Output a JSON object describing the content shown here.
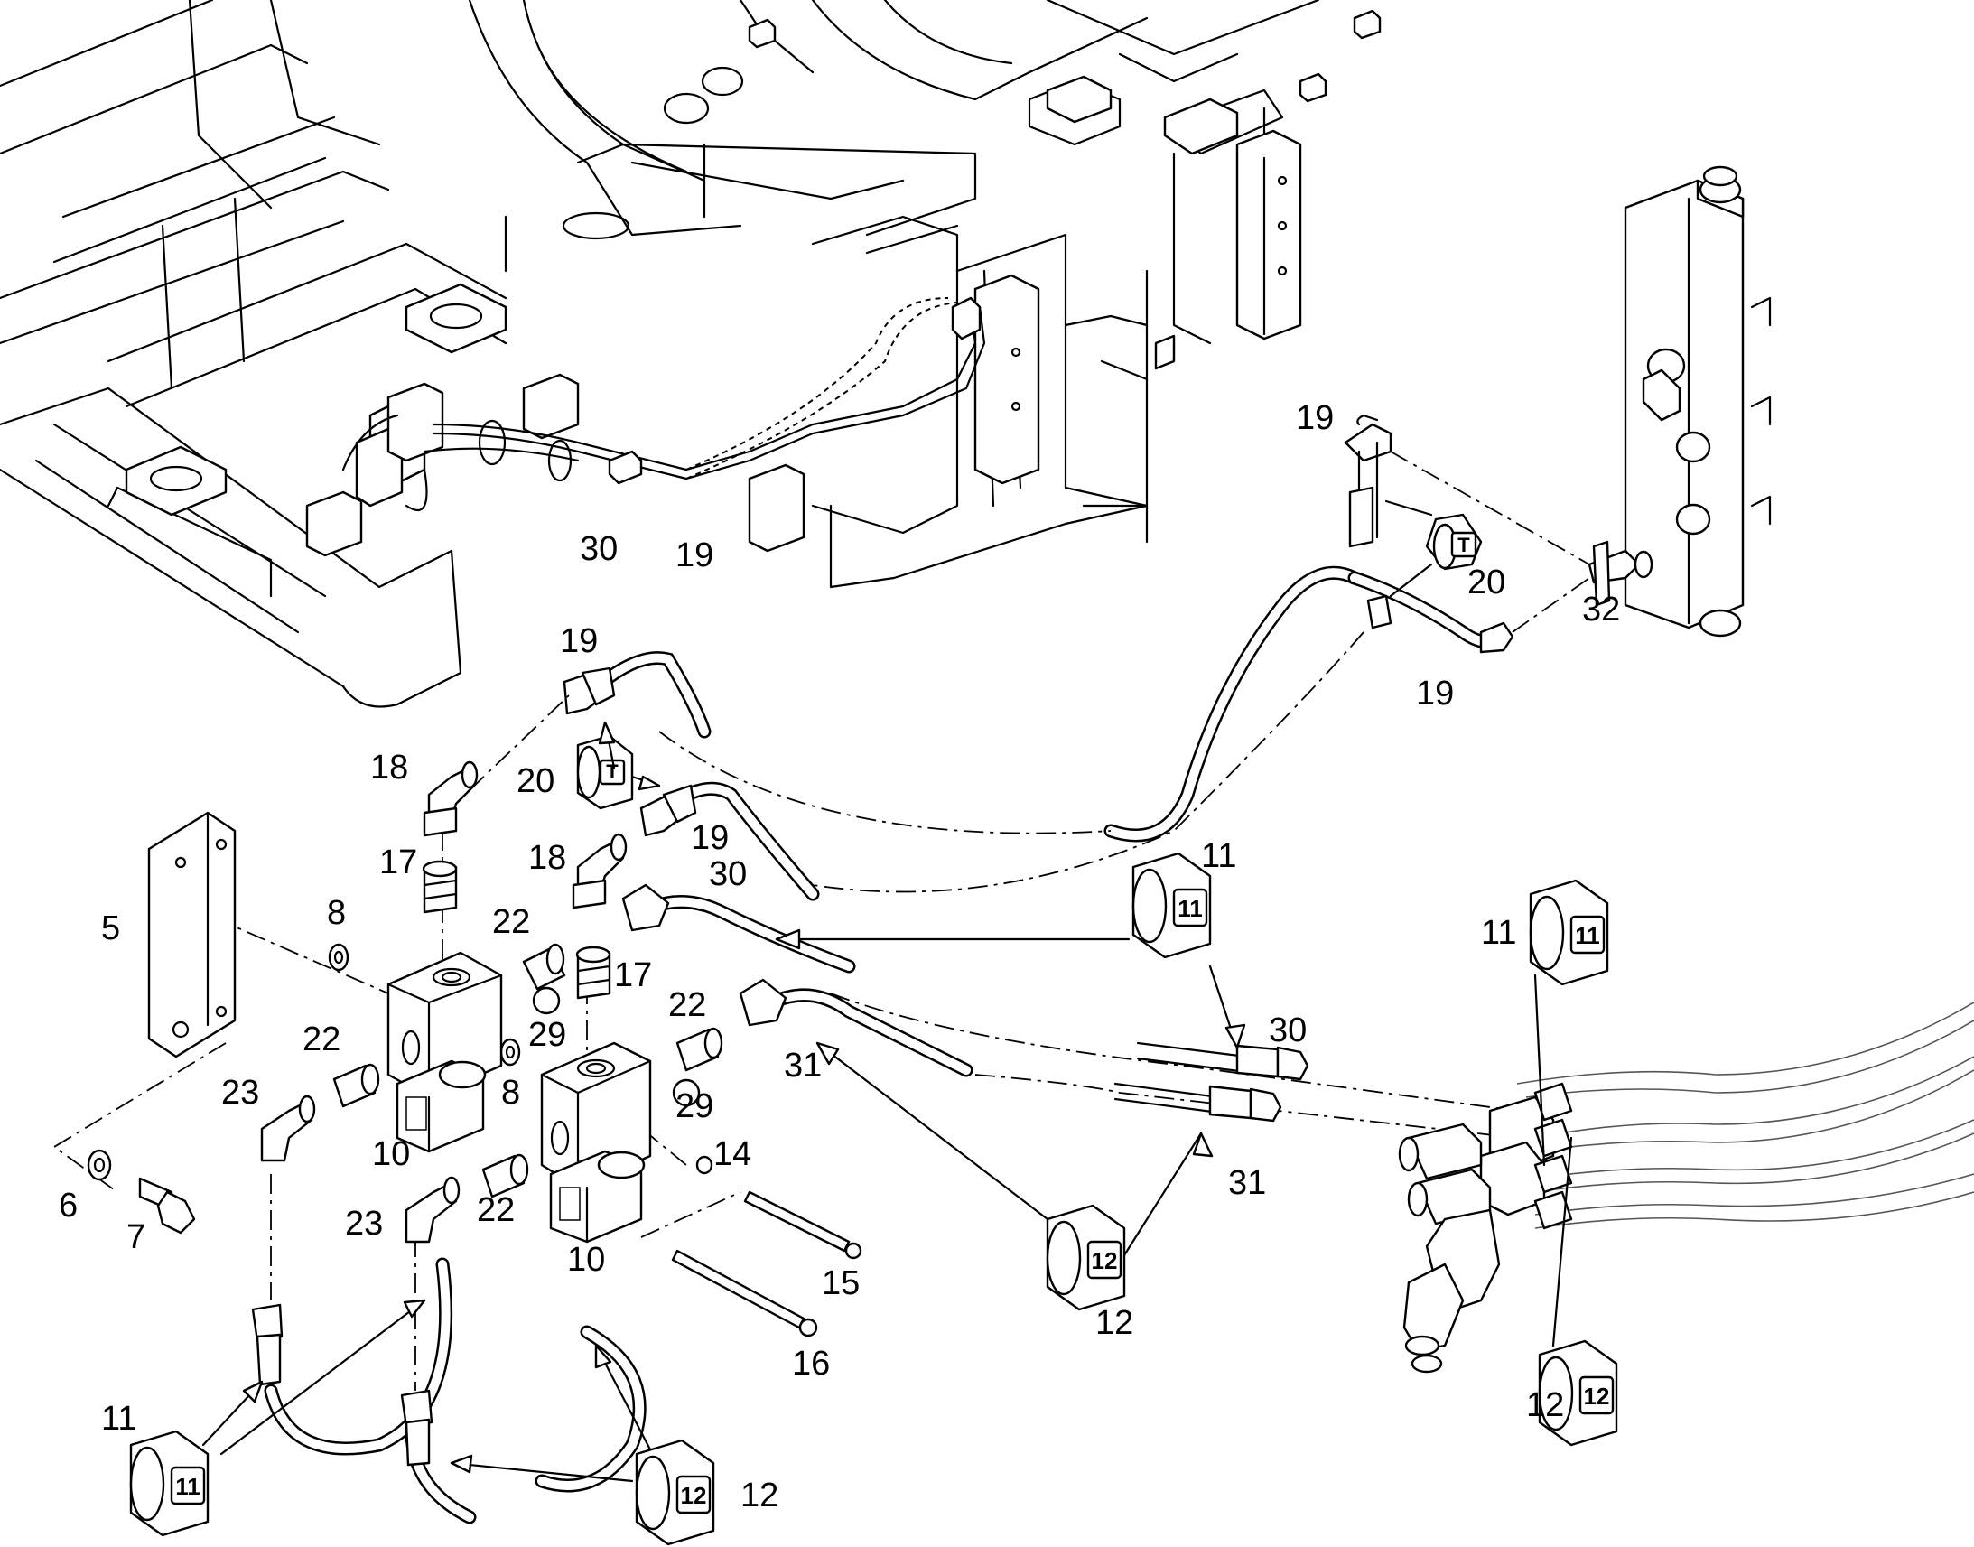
{
  "callouts": {
    "c5": "5",
    "c6": "6",
    "c7": "7",
    "c8a": "8",
    "c8b": "8",
    "c10a": "10",
    "c10b": "10",
    "c11a": "11",
    "c11b": "11",
    "c11c": "11",
    "c12a": "12",
    "c12b": "12",
    "c12c": "12",
    "c14": "14",
    "c15": "15",
    "c16": "16",
    "c17a": "17",
    "c17b": "17",
    "c18a": "18",
    "c18b": "18",
    "c19a": "19",
    "c19b": "19",
    "c19c": "19",
    "c19d": "19",
    "c19e": "19",
    "c20a": "20",
    "c20b": "20",
    "c22a": "22",
    "c22b": "22",
    "c22c": "22",
    "c22d": "22",
    "c23a": "23",
    "c23b": "23",
    "c29a": "29",
    "c29b": "29",
    "c30a": "30",
    "c30b": "30",
    "c30c": "30",
    "c31a": "31",
    "c31b": "31",
    "c32": "32"
  },
  "tags": {
    "tag11": "11",
    "tag12": "12",
    "tagT": "T"
  }
}
